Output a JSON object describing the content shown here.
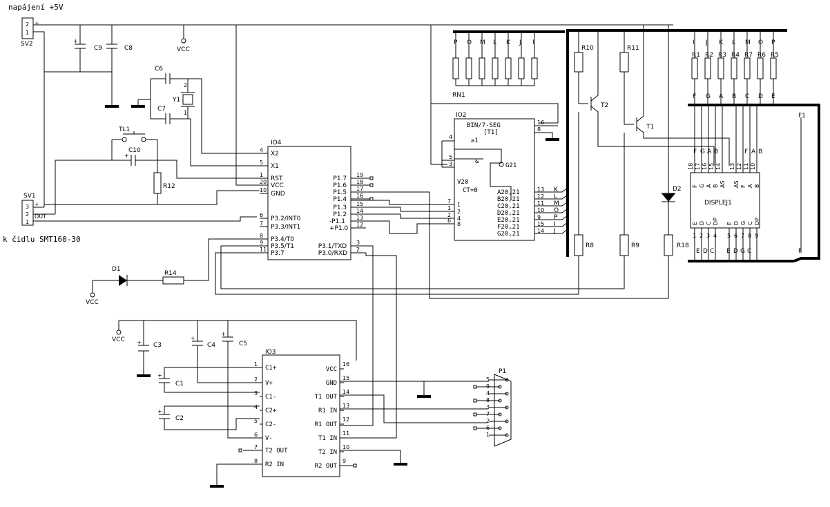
{
  "annotations": {
    "power_supply": "napájení +5V",
    "sensor": "k čidlu SMT160-30"
  },
  "connectors": {
    "sv2": {
      "name": "SV2",
      "pins": [
        "2",
        "1"
      ]
    },
    "sv1": {
      "name": "SV1",
      "pins": [
        "3",
        "2",
        "1"
      ],
      "out_label": "OUT"
    },
    "p1": {
      "name": "P1",
      "pins": [
        "5",
        "9",
        "4",
        "8",
        "3",
        "7",
        "2",
        "6",
        "1"
      ]
    }
  },
  "labels": {
    "vcc": "VCC",
    "c9": "C9",
    "c8": "C8",
    "c6": "C6",
    "c7": "C7",
    "y1": "Y1",
    "tl1": "TL1",
    "c10": "C10",
    "r12": "R12",
    "r14": "R14",
    "d1": "D1",
    "c3": "C3",
    "c4": "C4",
    "c5": "C5",
    "c1": "C1",
    "c2": "C2",
    "rn1": "RN1",
    "r10": "R10",
    "r11": "R11",
    "t1": "T1",
    "t2": "T2",
    "r8": "R8",
    "r9": "R9",
    "r18": "R18",
    "d2": "D2",
    "f1": "F1",
    "plus": "+"
  },
  "rn1_pins": [
    "P",
    "O",
    "M",
    "L",
    "K",
    "J",
    "I"
  ],
  "display_resistors": {
    "top_letters": [
      "I",
      "J",
      "K",
      "L",
      "M",
      "O",
      "P"
    ],
    "names": [
      "R1",
      "R2",
      "R3",
      "R4",
      "R7",
      "R6",
      "R5"
    ],
    "bottom_letters": [
      "F",
      "G",
      "A",
      "B",
      "C",
      "D",
      "E"
    ]
  },
  "io4": {
    "name": "IO4",
    "left_pins": [
      {
        "num": "4",
        "name": "X2"
      },
      {
        "num": "5",
        "name": "X1"
      },
      {
        "num": "1",
        "name": "RST"
      },
      {
        "num": "20",
        "name": "VCC"
      },
      {
        "num": "10",
        "name": "GND"
      },
      {
        "num": "6",
        "name": "P3.2/INT0"
      },
      {
        "num": "7",
        "name": "P3.3/INT1"
      },
      {
        "num": "8",
        "name": "P3.4/T0"
      },
      {
        "num": "9",
        "name": "P3.5/T1"
      },
      {
        "num": "11",
        "name": "P3.7"
      }
    ],
    "right_pins": [
      {
        "num": "19",
        "name": "P1.7"
      },
      {
        "num": "18",
        "name": "P1.6"
      },
      {
        "num": "17",
        "name": "P1.5"
      },
      {
        "num": "16",
        "name": "P1.4"
      },
      {
        "num": "15",
        "name": "P1.3"
      },
      {
        "num": "14",
        "name": "P1.2"
      },
      {
        "num": "13",
        "name": "-P1.1"
      },
      {
        "num": "12",
        "name": "+P1.0"
      },
      {
        "num": "3",
        "name": "P3.1/TXD"
      },
      {
        "num": "2",
        "name": "P3.0/RXD"
      }
    ]
  },
  "io2": {
    "name": "IO2",
    "title": "BIN/7-SEG",
    "subtitle": "[T1]",
    "ge1": "≥1",
    "amp": "&",
    "g21": "G21",
    "v20": "V20",
    "ct": "CT=0",
    "left_pins": [
      {
        "num": "7",
        "name": "1"
      },
      {
        "num": "1",
        "name": "2"
      },
      {
        "num": "2",
        "name": "4"
      },
      {
        "num": "6",
        "name": "8"
      }
    ],
    "top_left_pins": [
      "4",
      "5",
      "3"
    ],
    "right_pins": [
      {
        "num": "13",
        "name": "A20,21",
        "sig": "K"
      },
      {
        "num": "12",
        "name": "B20,21",
        "sig": "L"
      },
      {
        "num": "11",
        "name": "C20,21",
        "sig": "M"
      },
      {
        "num": "10",
        "name": "D20,21",
        "sig": "O"
      },
      {
        "num": "9",
        "name": "E20,21",
        "sig": "P"
      },
      {
        "num": "15",
        "name": "F20,21",
        "sig": "I"
      },
      {
        "num": "14",
        "name": "G20,21",
        "sig": "J"
      }
    ],
    "top_right_pins": [
      "16",
      "8"
    ]
  },
  "io3": {
    "name": "IO3",
    "left_pins": [
      {
        "num": "1",
        "name": "C1+"
      },
      {
        "num": "2",
        "name": "V+"
      },
      {
        "num": "3",
        "name": "C1-"
      },
      {
        "num": "4",
        "name": "C2+"
      },
      {
        "num": "5",
        "name": "C2-"
      },
      {
        "num": "6",
        "name": "V-"
      },
      {
        "num": "7",
        "name": "T2 OUT"
      },
      {
        "num": "8",
        "name": "R2 IN"
      }
    ],
    "right_pins": [
      {
        "num": "16",
        "name": "VCC"
      },
      {
        "num": "15",
        "name": "GND"
      },
      {
        "num": "14",
        "name": "T1 OUT"
      },
      {
        "num": "13",
        "name": "R1 IN"
      },
      {
        "num": "12",
        "name": "R1 OUT"
      },
      {
        "num": "11",
        "name": "T1 IN"
      },
      {
        "num": "10",
        "name": "T2 IN"
      },
      {
        "num": "9",
        "name": "R2 OUT"
      }
    ]
  },
  "displej": {
    "name": "DISPLEJ1",
    "top_pins": [
      {
        "num": "18",
        "name": "F"
      },
      {
        "num": "17",
        "name": "G"
      },
      {
        "num": "16",
        "name": "A"
      },
      {
        "num": "15",
        "name": "B"
      },
      {
        "num": "14",
        "name": "AS"
      },
      {
        "num": "13",
        "name": "AS"
      },
      {
        "num": "12",
        "name": "F"
      },
      {
        "num": "11",
        "name": "A"
      },
      {
        "num": "10",
        "name": "B"
      }
    ],
    "top_bus_letters": [
      "F",
      "G",
      "A",
      "B",
      "F",
      "A",
      "B"
    ],
    "bottom_pins": [
      {
        "num": "1",
        "name": "E"
      },
      {
        "num": "2",
        "name": "D"
      },
      {
        "num": "3",
        "name": "C"
      },
      {
        "num": "4",
        "name": "DP"
      },
      {
        "num": "5",
        "name": "E"
      },
      {
        "num": "6",
        "name": "D"
      },
      {
        "num": "7",
        "name": "G"
      },
      {
        "num": "8",
        "name": "C"
      },
      {
        "num": "9",
        "name": "DP"
      }
    ],
    "bottom_bus_letters": [
      "E",
      "D",
      "C",
      "E",
      "D",
      "G",
      "C"
    ],
    "f_letter": "F"
  }
}
